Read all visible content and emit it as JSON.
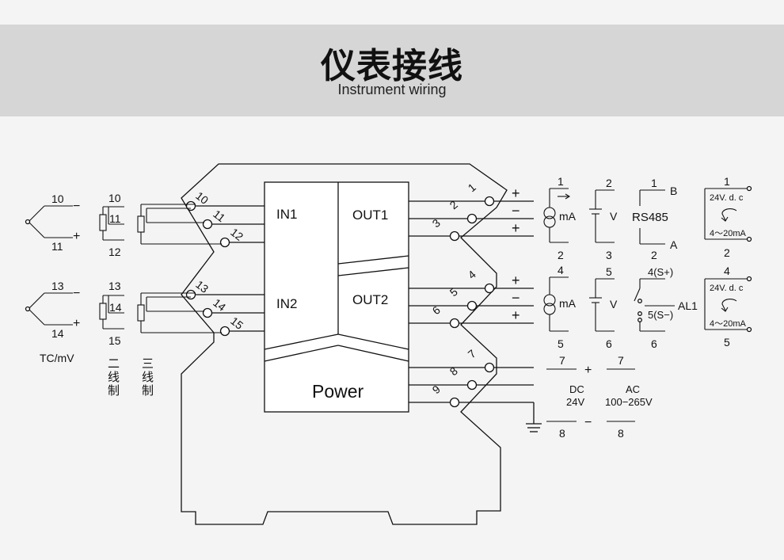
{
  "header": {
    "title": "仪表接线",
    "subtitle": "Instrument wiring"
  },
  "module": {
    "in1": "IN1",
    "in2": "IN2",
    "out1": "OUT1",
    "out2": "OUT2",
    "power": "Power",
    "terminals": [
      "1",
      "2",
      "3",
      "4",
      "5",
      "6",
      "7",
      "8",
      "9",
      "10",
      "11",
      "12",
      "13",
      "14",
      "15"
    ]
  },
  "input_sensors": {
    "tc1": {
      "t_top": "10",
      "t_bottom": "11",
      "sign_top": "−",
      "sign_bottom": "+"
    },
    "tc2": {
      "t_top": "13",
      "t_bottom": "14",
      "sign_top": "−",
      "sign_bottom": "+"
    },
    "tc_label": "TC/mV",
    "rtd2_1": {
      "a": "10",
      "b": "11",
      "c": "12"
    },
    "rtd2_2": {
      "a": "13",
      "b": "14",
      "c": "15"
    },
    "rtd3_1": {
      "a": "10",
      "b": "11",
      "c": "12"
    },
    "rtd3_2": {
      "a": "13",
      "b": "14",
      "c": "15"
    },
    "two_wire_label": [
      "二",
      "线",
      "制"
    ],
    "three_wire_label": [
      "三",
      "线",
      "制"
    ]
  },
  "output_signs": {
    "out1": [
      "+",
      "−",
      "+"
    ],
    "out2": [
      "+",
      "−",
      "+"
    ]
  },
  "outputs": {
    "ma1": {
      "top": "1",
      "bottom": "2",
      "unit": "mA"
    },
    "v1": {
      "top": "2",
      "bottom": "3",
      "unit": "V"
    },
    "rs485": {
      "top": "1",
      "bottom": "2",
      "label": "RS485",
      "b": "B",
      "a": "A"
    },
    "loop1": {
      "top": "1",
      "bottom": "2",
      "supply": "24V. d. c",
      "range": "4～20mA"
    },
    "ma2": {
      "top": "4",
      "bottom": "5",
      "unit": "mA"
    },
    "v2": {
      "top": "5",
      "bottom": "6",
      "unit": "V"
    },
    "alarm": {
      "top": "4(S+)",
      "bottom": "5(S−)",
      "num": "6",
      "label": "AL1"
    },
    "loop2": {
      "top": "4",
      "bottom": "5",
      "supply": "24V. d. c",
      "range": "4～20mA"
    }
  },
  "power_supply": {
    "dc_top": "7",
    "dc_bottom": "8",
    "plus": "+",
    "minus": "−",
    "dc_label": "DC",
    "dc_voltage": "24V",
    "ac_top": "7",
    "ac_bottom": "8",
    "ac_label": "AC",
    "ac_voltage": "100−265V"
  }
}
